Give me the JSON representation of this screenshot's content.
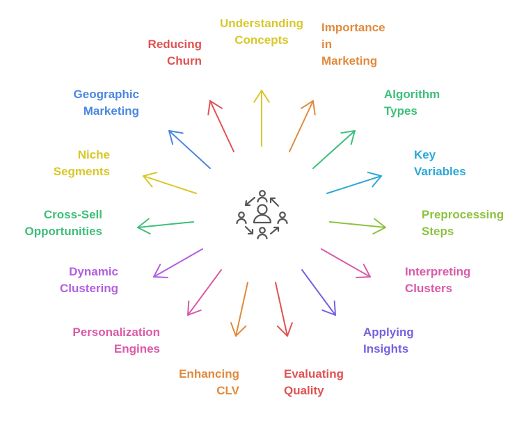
{
  "title": "Customer Segmentation / Clustering Topics",
  "center": {
    "icon": "people-cycle-icon"
  },
  "topics": [
    {
      "id": "understanding-concepts",
      "lines": [
        "Understanding",
        "Concepts"
      ],
      "color": "#D9C72B"
    },
    {
      "id": "importance-in-marketing",
      "lines": [
        "Importance",
        "in",
        "Marketing"
      ],
      "color": "#E08A3C"
    },
    {
      "id": "algorithm-types",
      "lines": [
        "Algorithm",
        "Types"
      ],
      "color": "#3DBF7A"
    },
    {
      "id": "key-variables",
      "lines": [
        "Key",
        "Variables"
      ],
      "color": "#2BA8D6"
    },
    {
      "id": "preprocessing-steps",
      "lines": [
        "Preprocessing",
        "Steps"
      ],
      "color": "#8CC23F"
    },
    {
      "id": "interpreting-clusters",
      "lines": [
        "Interpreting",
        "Clusters"
      ],
      "color": "#DA5AA8"
    },
    {
      "id": "applying-insights",
      "lines": [
        "Applying",
        "Insights"
      ],
      "color": "#7562E0"
    },
    {
      "id": "evaluating-quality",
      "lines": [
        "Evaluating",
        "Quality"
      ],
      "color": "#E05252"
    },
    {
      "id": "enhancing-clv",
      "lines": [
        "Enhancing",
        "CLV"
      ],
      "color": "#E08A3C"
    },
    {
      "id": "personalization-engines",
      "lines": [
        "Personalization",
        "Engines"
      ],
      "color": "#DA5AA8"
    },
    {
      "id": "dynamic-clustering",
      "lines": [
        "Dynamic",
        "Clustering"
      ],
      "color": "#B15FE0"
    },
    {
      "id": "cross-sell-opportunities",
      "lines": [
        "Cross-Sell",
        "Opportunities"
      ],
      "color": "#3DBF7A"
    },
    {
      "id": "niche-segments",
      "lines": [
        "Niche",
        "Segments"
      ],
      "color": "#D9C72B"
    },
    {
      "id": "geographic-marketing",
      "lines": [
        "Geographic",
        "Marketing"
      ],
      "color": "#4A86E0"
    },
    {
      "id": "reducing-churn",
      "lines": [
        "Reducing",
        "Churn"
      ],
      "color": "#E05252"
    }
  ]
}
